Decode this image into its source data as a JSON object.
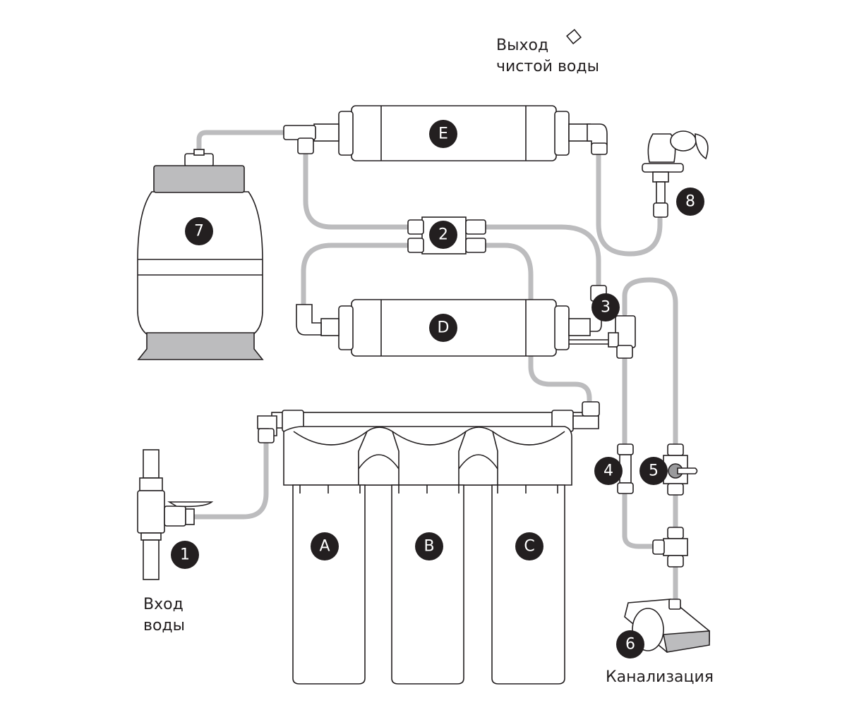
{
  "labels": {
    "clean_water_out": [
      "Выход",
      "чистой воды"
    ],
    "water_in": [
      "Вход",
      "воды"
    ],
    "drain": "Канализация"
  },
  "badges": {
    "filter_a": "A",
    "filter_b": "B",
    "filter_c": "C",
    "filter_d": "D",
    "filter_e": "E",
    "n1": "1",
    "n2": "2",
    "n3": "3",
    "n4": "4",
    "n5": "5",
    "n6": "6",
    "n7": "7",
    "n8": "8"
  },
  "colors": {
    "tube": "#bcbcbe",
    "ink": "#231f20"
  }
}
